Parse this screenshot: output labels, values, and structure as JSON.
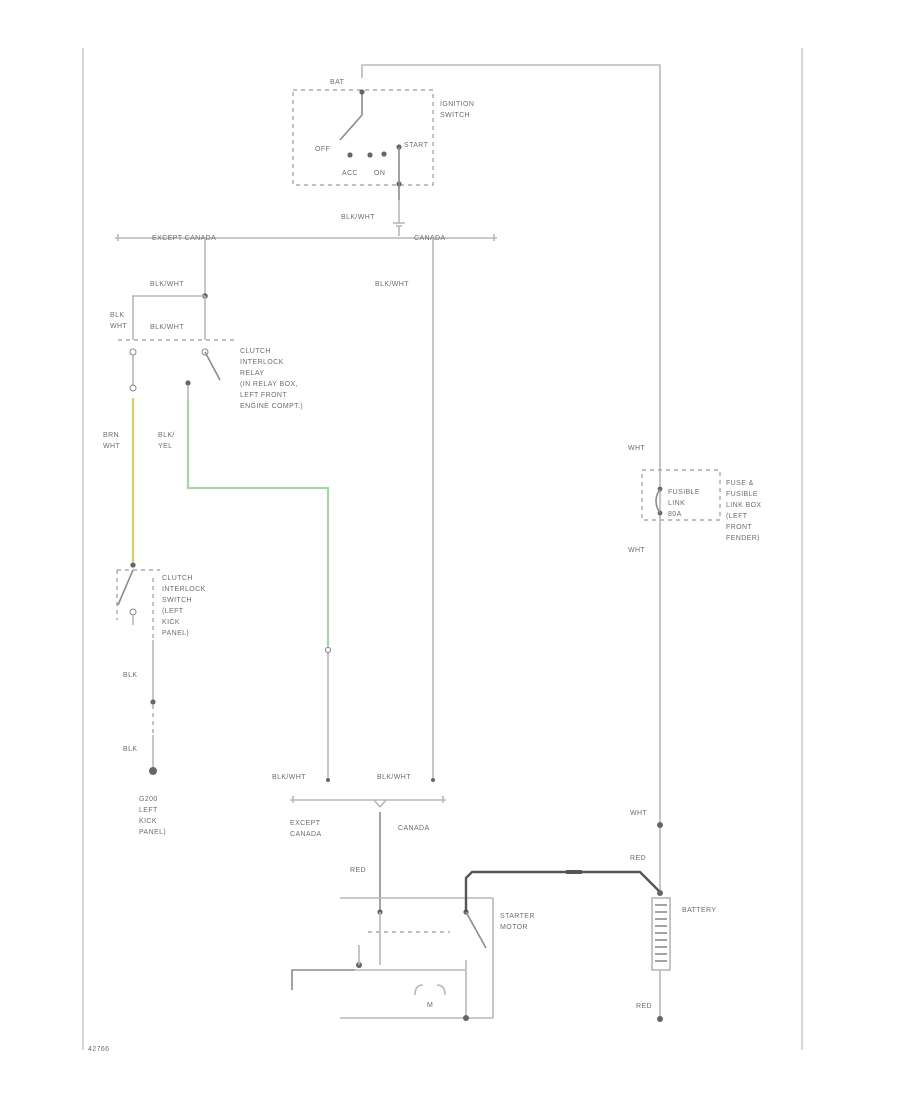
{
  "ignition_switch": {
    "label_1": "IGNITION",
    "label_2": "SWITCH",
    "bat": "BAT",
    "off": "OFF",
    "start": "START",
    "acc": "ACC",
    "on": "ON",
    "out_wire": "BLK/WHT"
  },
  "splice_top": {
    "except_canada": "EXCEPT CANADA",
    "canada": "CANADA"
  },
  "wires": {
    "w1": "BLK/WHT",
    "w2": "BLK/WHT",
    "w3": "BLK",
    "w3b": "WHT",
    "w4": "BLK/WHT",
    "w5": "BRN",
    "w5b": "WHT",
    "w6": "BLK/",
    "w6b": "YEL",
    "w7": "BLK",
    "w8": "BLK",
    "w9": "BLK/WHT",
    "w10": "BLK/WHT",
    "w11": "RED",
    "w12": "WHT",
    "w13": "WHT",
    "w14": "WHT",
    "w15": "RED",
    "w16": "RED"
  },
  "relay": {
    "l1": "CLUTCH",
    "l2": "INTERLOCK",
    "l3": "RELAY",
    "l4": "(IN RELAY BOX,",
    "l5": "LEFT FRONT",
    "l6": "ENGINE COMPT.)"
  },
  "clutch_switch": {
    "l1": "CLUTCH",
    "l2": "INTERLOCK",
    "l3": "SWITCH",
    "l4": "(LEFT",
    "l5": "KICK",
    "l6": "PANEL)"
  },
  "ground": {
    "l1": "G200",
    "l2": "LEFT",
    "l3": "KICK",
    "l4": "PANEL)"
  },
  "fuse_box": {
    "inner_1": "FUSIBLE",
    "inner_2": "LINK",
    "inner_3": "80A",
    "l1": "FUSE &",
    "l2": "FUSIBLE",
    "l3": "LINK BOX",
    "l4": "(LEFT",
    "l5": "FRONT",
    "l6": "FENDER)"
  },
  "splice_bottom": {
    "l1": "EXCEPT",
    "l2": "CANADA",
    "canada": "CANADA"
  },
  "starter": {
    "l1": "STARTER",
    "l2": "MOTOR",
    "m": "M"
  },
  "battery": {
    "label": "BATTERY"
  },
  "figure_id": "42766",
  "colors": {
    "yellow_wire": "#d9cf63",
    "green_wire": "#a9d3a5",
    "battery_cable": "#555555"
  }
}
